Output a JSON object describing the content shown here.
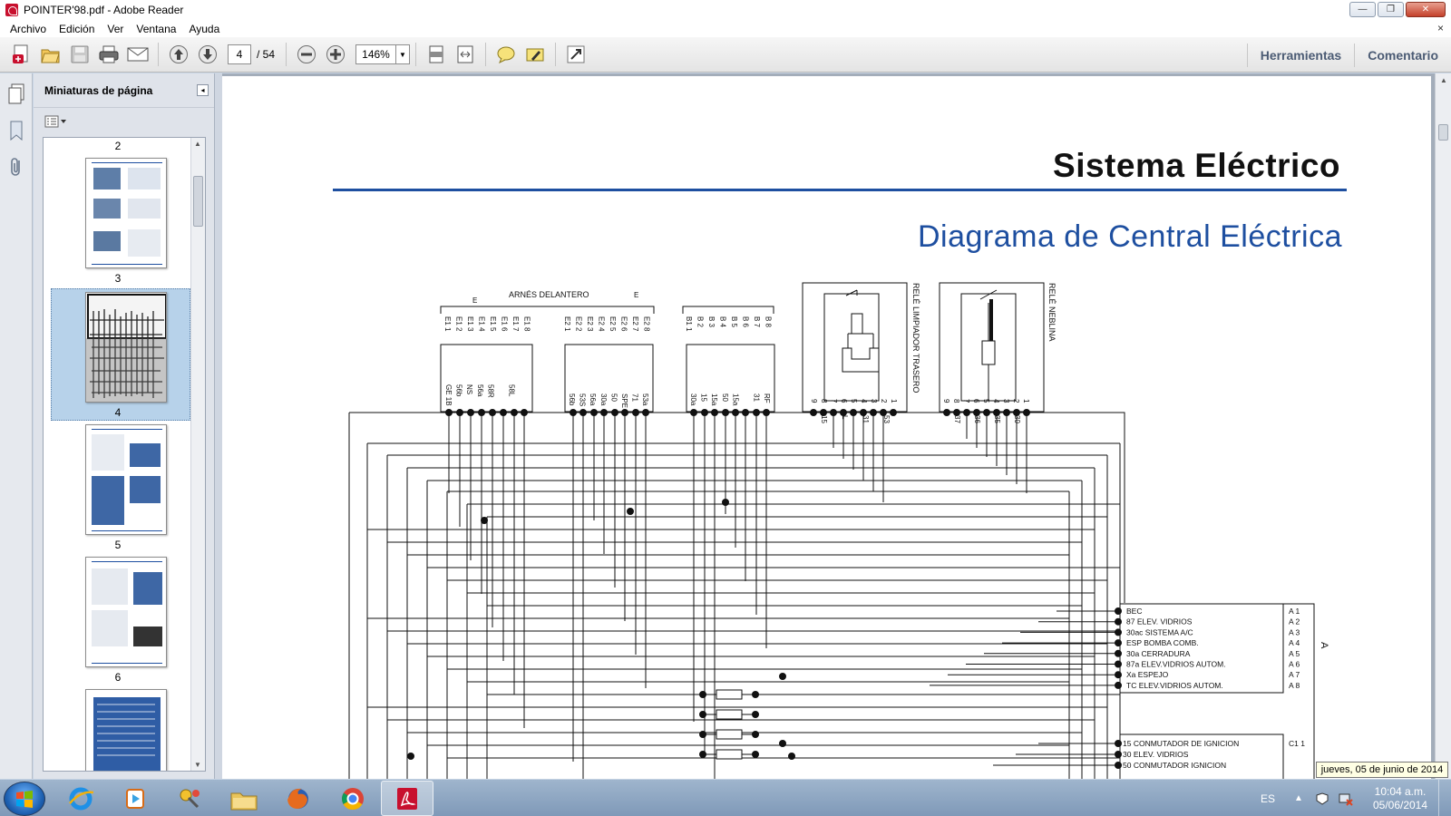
{
  "window": {
    "title": "POINTER'98.pdf - Adobe Reader",
    "minimize": "—",
    "restore": "❐",
    "close": "✕"
  },
  "menu": [
    "Archivo",
    "Edición",
    "Ver",
    "Ventana",
    "Ayuda"
  ],
  "menu_close": "×",
  "toolbar": {
    "page_current": "4",
    "page_total": "/ 54",
    "zoom": "146%",
    "tools_label": "Herramientas",
    "comment_label": "Comentario"
  },
  "thumbnails": {
    "header": "Miniaturas de página",
    "labels": [
      "2",
      "3",
      "4",
      "5",
      "6"
    ],
    "selected": "4"
  },
  "document": {
    "title": "Sistema Eléctrico",
    "subtitle": "Diagrama de Central Eléctrica",
    "colors": {
      "rule": "#1e4fa0",
      "subtitle": "#1e4fa0"
    },
    "diagram": {
      "harness_label": "ARNÉS DELANTERO",
      "harness_marks": [
        "E",
        "E"
      ],
      "relay_labels": [
        "RELÉ LIMPIADOR TRASERO",
        "RELÉ NEBLINA"
      ],
      "connector_pins": {
        "e_left": [
          "E1 1",
          "E1 2",
          "E1 3",
          "E1 4",
          "E1 5",
          "E1 6",
          "E1 7",
          "E1 8"
        ],
        "e_right": [
          "E2 1",
          "E2 2",
          "E2 3",
          "E2 4",
          "E2 5",
          "E2 6",
          "E2 7",
          "E2 8"
        ],
        "b": [
          "B1 1",
          "B 2",
          "B 3",
          "B 4",
          "B 5",
          "B 6",
          "B 7",
          "B 8"
        ]
      },
      "box_bottom_labels": {
        "box1": [
          "GE 1B",
          "56b",
          "NS",
          "56a",
          "58R",
          "",
          "58L"
        ],
        "box2": [
          "56b",
          "53S",
          "56a",
          "30a",
          "50",
          "SPE",
          "71",
          "53a"
        ],
        "box3": [
          "30a",
          "15",
          "15a",
          "50",
          "15a",
          "",
          "31",
          "RF"
        ],
        "relay1_pins": [
          "9",
          "8",
          "7",
          "6",
          "5",
          "4",
          "3",
          "2",
          "1"
        ],
        "relay2_pins": [
          "9",
          "8",
          "7",
          "6",
          "5",
          "4",
          "3",
          "2",
          "1"
        ]
      },
      "relay_wire_labels": {
        "relay1": [
          "15",
          "L",
          "31",
          "53"
        ],
        "relay2": [
          "37",
          "36",
          "35",
          "30"
        ]
      },
      "connector_a": {
        "letter": "A",
        "rows": [
          "BEC",
          "87 ELEV. VIDRIOS",
          "30ac SISTEMA A/C",
          "ESP BOMBA COMB.",
          "30a CERRADURA",
          "87a ELEV.VIDRIOS AUTOM.",
          "Xa ESPEJO",
          "TC ELEV.VIDRIOS AUTOM."
        ],
        "pins": [
          "A 1",
          "A 2",
          "A 3",
          "A 4",
          "A 5",
          "A 6",
          "A 7",
          "A 8"
        ]
      },
      "connector_c": {
        "rows": [
          "15 CONMUTADOR DE IGNICION",
          "30 ELEV. VIDRIOS",
          "50 CONMUTADOR IGNICION"
        ],
        "pins": [
          "C1 1"
        ]
      }
    }
  },
  "taskbar": {
    "language": "ES",
    "time": "10:04 a.m.",
    "date": "05/06/2014",
    "tooltip": "jueves, 05 de junio de 2014"
  }
}
